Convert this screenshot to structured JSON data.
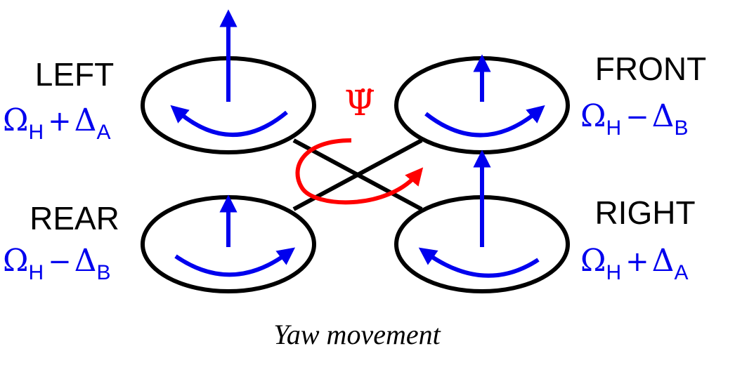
{
  "colors": {
    "outline": "#000000",
    "rotor_arrows": "#0000ee",
    "yaw": "#ff0000",
    "background": "#ffffff"
  },
  "rotors": {
    "left": {
      "name": "LEFT",
      "omega": "Ω",
      "omega_sub": "H",
      "op": "+",
      "delta": "Δ",
      "delta_sub": "A",
      "spin": "ccw"
    },
    "front": {
      "name": "FRONT",
      "omega": "Ω",
      "omega_sub": "H",
      "op": "−",
      "delta": "Δ",
      "delta_sub": "B",
      "spin": "cw"
    },
    "rear": {
      "name": "REAR",
      "omega": "Ω",
      "omega_sub": "H",
      "op": "−",
      "delta": "Δ",
      "delta_sub": "B",
      "spin": "cw"
    },
    "right": {
      "name": "RIGHT",
      "omega": "Ω",
      "omega_sub": "H",
      "op": "+",
      "delta": "Δ",
      "delta_sub": "A",
      "spin": "ccw"
    }
  },
  "yaw_acceleration_symbol": "Ψ̈",
  "caption": "Yaw movement"
}
